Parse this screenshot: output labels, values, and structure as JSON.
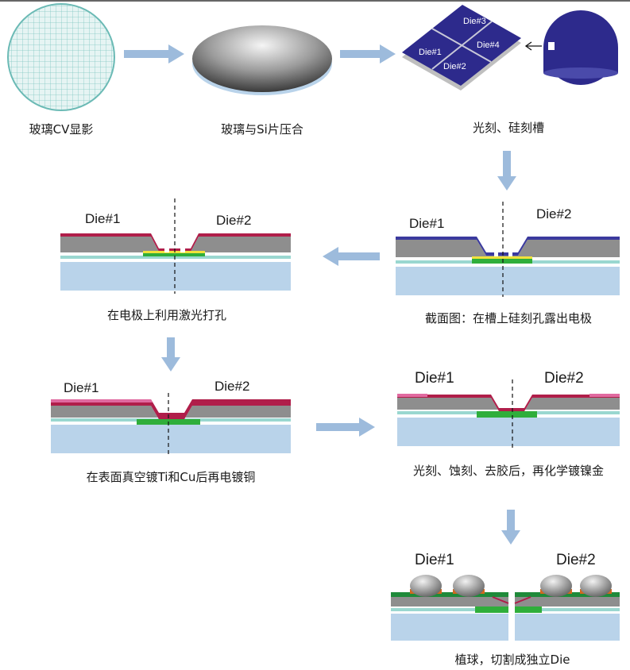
{
  "steps": {
    "s1": "玻璃CV显影",
    "s2": "玻璃与Si片压合",
    "s3": "光刻、硅刻槽",
    "s4": "截面图：在槽上硅刻孔露出电极",
    "s5": "在电极上利用激光打孔",
    "s6": "在表面真空镀Ti和Cu后再电镀铜",
    "s7": "光刻、蚀刻、去胶后，再化学镀镍金",
    "s8": "植球，切割成独立Die"
  },
  "dies": {
    "die1": "Die#1",
    "die2": "Die#2",
    "die3": "Die#3",
    "die4": "Die#4"
  },
  "colors": {
    "glass": "#b9d3ea",
    "silicon": "#8e8e8e",
    "passivation": "#3b3a9e",
    "copper_top": "#b01e4a",
    "pad_yellow": "#f0e23a",
    "pad_green": "#2fae3b",
    "arrow": "#9dbbdc"
  }
}
